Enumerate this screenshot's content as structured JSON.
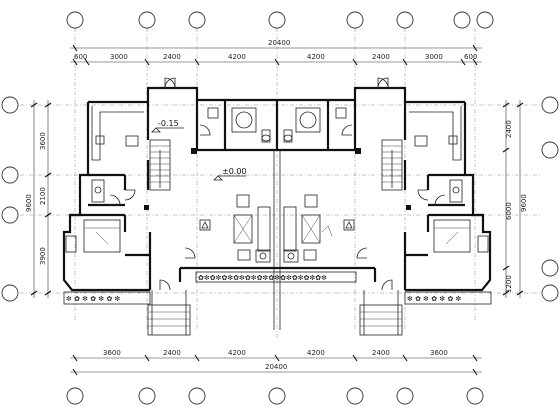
{
  "drawing": {
    "top_overall": "20400",
    "bottom_overall": "20400",
    "top_dims": [
      "600",
      "3000",
      "2400",
      "4200",
      "4200",
      "2400",
      "3000",
      "600"
    ],
    "bottom_dims": [
      "3600",
      "2400",
      "4200",
      "4200",
      "2400",
      "3600"
    ],
    "left_dims": [
      "3600",
      "2100",
      "3900"
    ],
    "left_overall": "9600",
    "right_dims": [
      "2400",
      "6000",
      "1200"
    ],
    "right_overall": "9600",
    "level_stair": "-0.15",
    "level_living": "±0.00"
  }
}
